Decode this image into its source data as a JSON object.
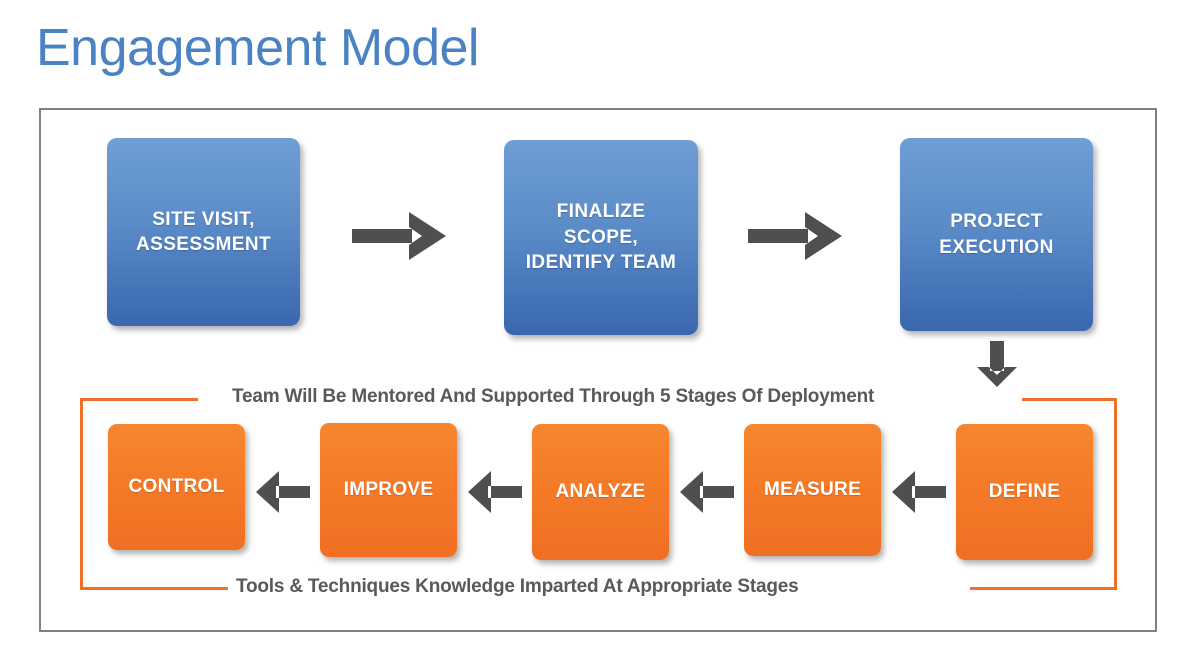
{
  "title": "Engagement Model",
  "colors": {
    "title_blue": "#4a82c3",
    "box_blue_top": "#6f9ed5",
    "box_blue_bottom": "#3a67ae",
    "box_orange_top": "#f6862f",
    "box_orange_bottom": "#f06f23",
    "arrow_gray": "#4f4f51",
    "caption_gray": "#58595b",
    "frame_gray": "#808080",
    "bracket_orange": "#ee7127"
  },
  "phases": [
    {
      "id": "site-visit",
      "lines": [
        "SITE VISIT,",
        "ASSESSMENT"
      ]
    },
    {
      "id": "finalize-scope",
      "lines": [
        "FINALIZE",
        "SCOPE,",
        "IDENTIFY TEAM"
      ]
    },
    {
      "id": "project-execution",
      "lines": [
        "PROJECT",
        "EXECUTION"
      ]
    }
  ],
  "phase_arrows": [
    {
      "id": "arrow-site-to-finalize",
      "direction": "right"
    },
    {
      "id": "arrow-finalize-to-project",
      "direction": "right"
    },
    {
      "id": "arrow-project-to-define",
      "direction": "down"
    }
  ],
  "stages": [
    {
      "id": "control",
      "label": "CONTROL"
    },
    {
      "id": "improve",
      "label": "IMPROVE"
    },
    {
      "id": "analyze",
      "label": "ANALYZE"
    },
    {
      "id": "measure",
      "label": "MEASURE"
    },
    {
      "id": "define",
      "label": "DEFINE"
    }
  ],
  "stage_arrows": [
    {
      "id": "arrow-improve-to-control",
      "direction": "left"
    },
    {
      "id": "arrow-analyze-to-improve",
      "direction": "left"
    },
    {
      "id": "arrow-measure-to-analyze",
      "direction": "left"
    },
    {
      "id": "arrow-define-to-measure",
      "direction": "left"
    }
  ],
  "captions": {
    "mentoring": "Team Will Be Mentored And Supported Through 5 Stages Of Deployment",
    "tools": "Tools & Techniques Knowledge Imparted At Appropriate Stages"
  }
}
